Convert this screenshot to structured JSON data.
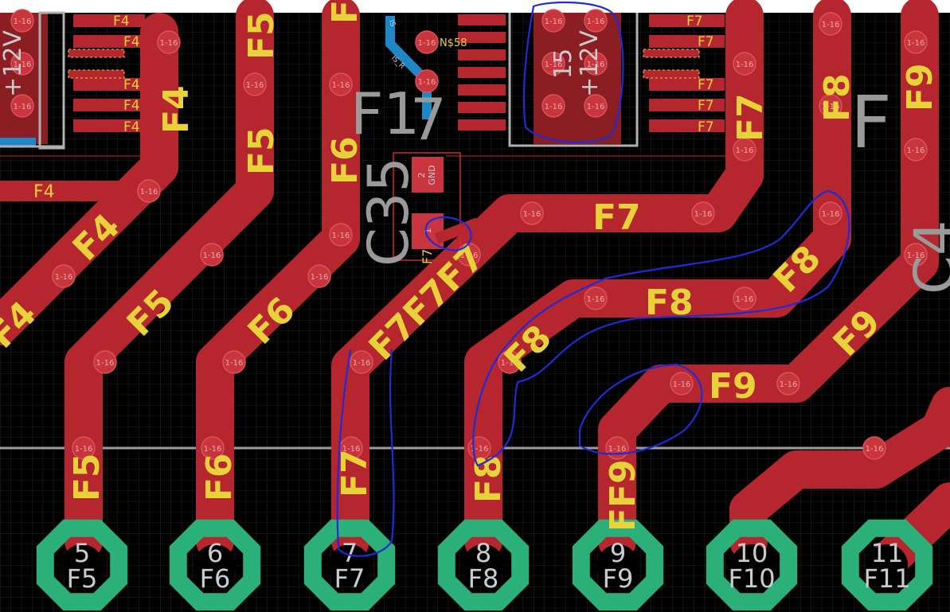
{
  "colors": {
    "background": "#000000",
    "copper": "#b5262f",
    "via": "#c8353d",
    "silkscreen": "#e8d23a",
    "pad_ring": "#2bb07a",
    "pad_text": "#c9cdd0",
    "annotation": "#1f2bd6",
    "blue_trace": "#1e87c8"
  },
  "via_label": "1-16",
  "pads": [
    {
      "num": "5",
      "net": "F5"
    },
    {
      "num": "6",
      "net": "F6"
    },
    {
      "num": "7",
      "net": "F7"
    },
    {
      "num": "8",
      "net": "F8"
    },
    {
      "num": "9",
      "net": "F9"
    },
    {
      "num": "10",
      "net": "F10"
    },
    {
      "num": "11",
      "net": "F11"
    }
  ],
  "net_labels": {
    "F4": "F4",
    "F5": "F5",
    "F6": "F6",
    "F7": "F7",
    "F8": "F8",
    "F9": "F9",
    "F7F7F7": "F7F7F7",
    "FF9": "FF9",
    "NS58": "N$58"
  },
  "components": {
    "cap_ref": "C35",
    "cap_pin2": "2",
    "cap_gnd": "GND",
    "cap_pin1": "1",
    "cap_f7": "F7",
    "conn_ref": "15",
    "conn_voltage": "+12V",
    "left_voltage": "+12V",
    "ref_f1": "F1",
    "ref_f7_big": "7",
    "ref_f_right": "F",
    "ref_partial": "C4",
    "small_is": "IS",
    "small_isr": "IS_R"
  }
}
